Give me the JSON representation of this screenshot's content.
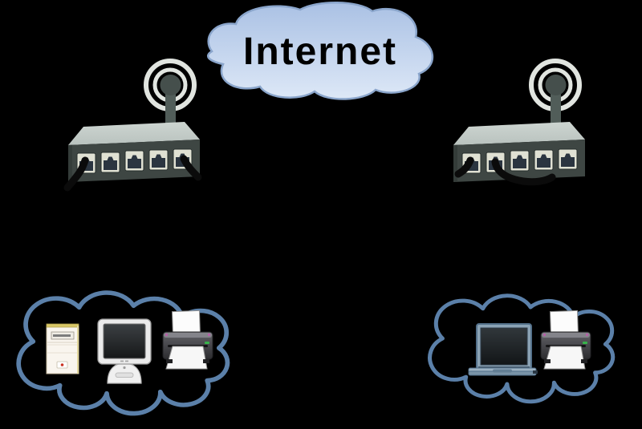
{
  "background": "#000000",
  "internet_cloud": {
    "label": "Internet",
    "fill_top": "#aac1e4",
    "fill_bottom": "#dde8f7",
    "stroke": "#8aa5cb",
    "text_color": "#000000"
  },
  "lan_cloud_stroke": "#5b80a9",
  "routers": {
    "left": {
      "type": "wireless-router",
      "port_count": "5",
      "cables": "2",
      "antenna": "signal-rings"
    },
    "right": {
      "type": "wireless-router",
      "port_count": "5",
      "cables": "2",
      "antenna": "signal-rings"
    }
  },
  "lans": {
    "left": {
      "devices": [
        "desktop-tower",
        "monitor",
        "printer"
      ]
    },
    "right": {
      "devices": [
        "laptop",
        "printer"
      ]
    }
  },
  "colors": {
    "router_top": "#c6cec9",
    "router_front": "#3e4643",
    "router_port": "#e0e1d3",
    "router_jack": "#2b3540",
    "antenna_ring": "#edf1ec",
    "antenna_mast": "#515d59",
    "cable": "#0b0b0b",
    "printer_body": "#3a3a3e",
    "laptop_frame": "#8ba3b5",
    "tower_body": "#f9f5ee",
    "tower_trim_gold": "#d8c766"
  }
}
